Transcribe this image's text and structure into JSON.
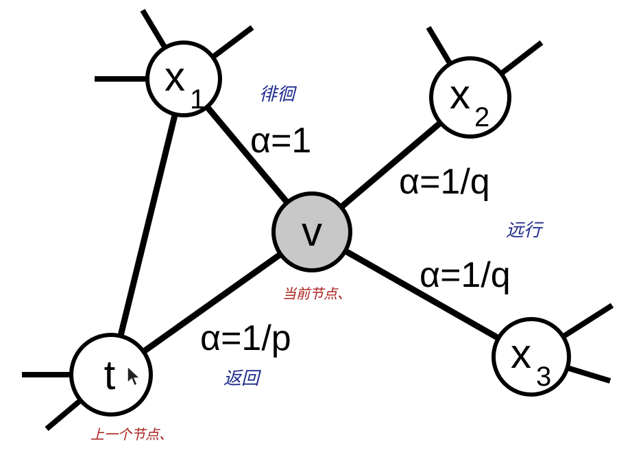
{
  "nodes": {
    "x1": {
      "base": "x",
      "sub": "1"
    },
    "x2": {
      "base": "x",
      "sub": "2"
    },
    "x3": {
      "base": "x",
      "sub": "3"
    },
    "v": {
      "label": "v"
    },
    "t": {
      "label": "t"
    }
  },
  "edge_labels": {
    "v_x1": "α=1",
    "v_x2": "α=1/q",
    "v_x3": "α=1/q",
    "v_t": "α=1/p"
  },
  "annotations": {
    "linger": "徘徊",
    "far": "远行",
    "back": "返回",
    "current": "当前节点、",
    "previous": "上一个节点、"
  },
  "colors": {
    "current_node_fill": "#c8c8c8",
    "blue_annotation": "#1e2a8c",
    "red_annotation": "#a8201a"
  },
  "icons": {
    "cursor": "mouse-pointer-icon"
  }
}
